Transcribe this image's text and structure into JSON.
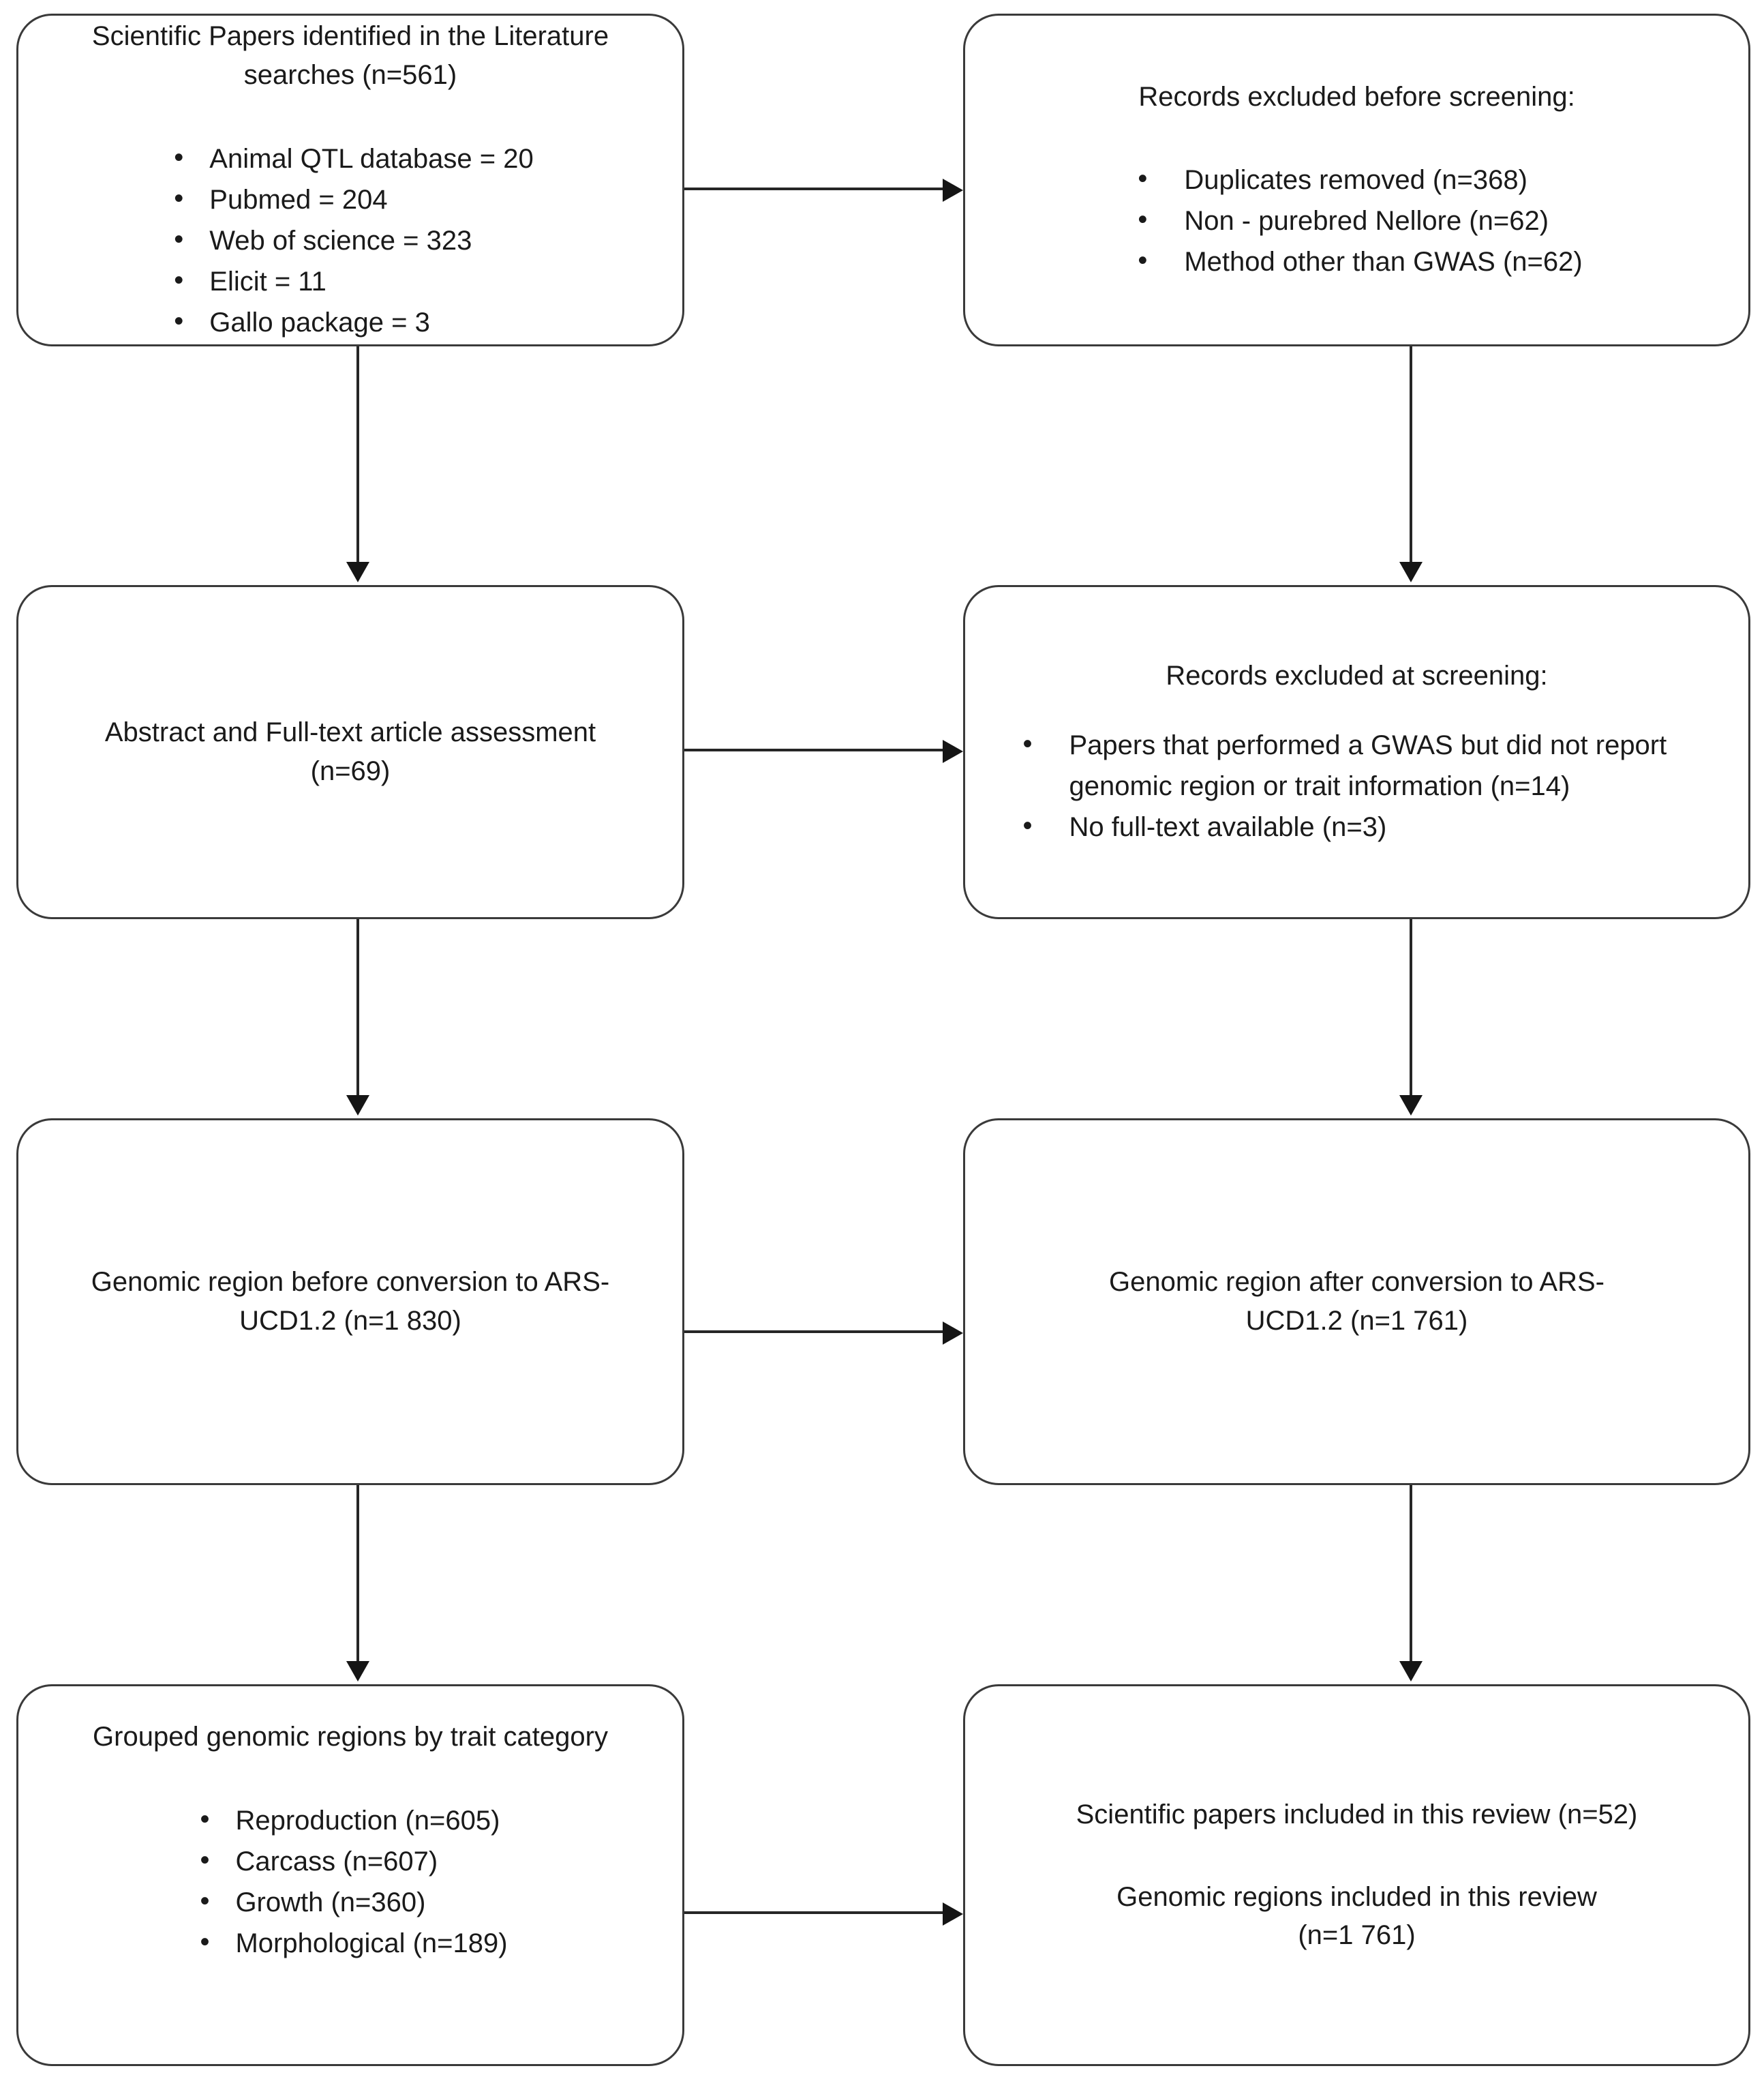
{
  "diagram": {
    "type": "prisma-flow-diagram",
    "columns": [
      "identification-and-processing",
      "exclusions-and-outcomes"
    ],
    "rows": 4
  },
  "boxes": {
    "identified": {
      "title": "Scientific Papers identified in the Literature\nsearches (n=561)",
      "items": [
        "Animal QTL database = 20",
        "Pubmed = 204",
        "Web of science = 323",
        "Elicit = 11",
        "Gallo package = 3"
      ]
    },
    "excluded_before": {
      "title": "Records excluded before screening:",
      "items": [
        "Duplicates removed (n=368)",
        "Non - purebred Nellore (n=62)",
        "Method other than GWAS (n=62)"
      ]
    },
    "assessment": {
      "title": "Abstract and Full-text article assessment\n(n=69)",
      "items": []
    },
    "excluded_screening": {
      "title": "Records excluded at screening:",
      "items": [
        "Papers that performed a GWAS but did not report genomic region or trait information (n=14)",
        "No full-text available (n=3)"
      ]
    },
    "before_conversion": {
      "title": "Genomic region before conversion to ARS-\nUCD1.2 (n=1 830)",
      "items": []
    },
    "after_conversion": {
      "title": "Genomic region after conversion to ARS-\nUCD1.2 (n=1 761)",
      "items": []
    },
    "grouped": {
      "title": "Grouped genomic regions by trait category",
      "items": [
        "Reproduction (n=605)",
        "Carcass (n=607)",
        "Growth (n=360)",
        "Morphological (n=189)"
      ]
    },
    "included": {
      "line1": "Scientific papers included in this review (n=52)",
      "line2": "Genomic regions included in this review\n(n=1 761)"
    }
  },
  "connectors": {
    "vertical_1": "identified-to-assessment",
    "vertical_2": "assessment-to-before-conversion",
    "vertical_3": "before-conversion-to-grouped",
    "vertical_4": "excluded-before-to-excluded-screening",
    "vertical_5": "excluded-screening-to-after-conversion",
    "vertical_6": "after-conversion-to-included",
    "horizontal_1": "identified-to-excluded-before",
    "horizontal_2": "assessment-to-excluded-screening",
    "horizontal_3": "before-conversion-to-after-conversion",
    "horizontal_4": "grouped-to-included"
  },
  "colors": {
    "border": "#3a3a3a",
    "connector": "#262626",
    "text": "#1a1a1a",
    "background": "#ffffff"
  }
}
